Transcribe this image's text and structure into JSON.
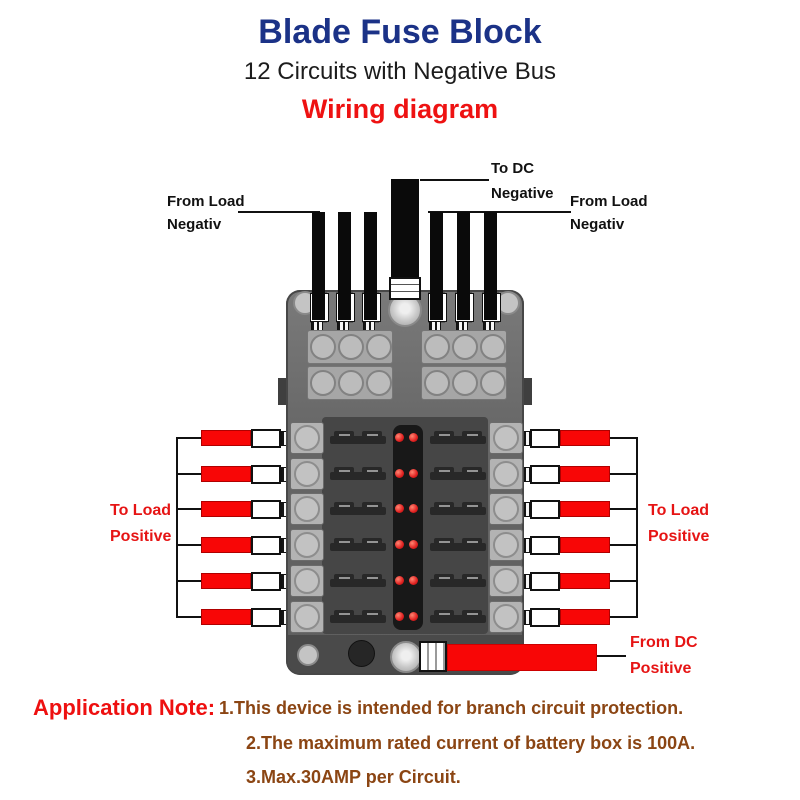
{
  "header": {
    "title": "Blade Fuse Block",
    "subtitle": "12 Circuits with Negative Bus",
    "diagram_heading": "Wiring diagram"
  },
  "wiring_labels": {
    "to_dc_negative": {
      "line1": "To DC",
      "line2": "Negative"
    },
    "from_load_left": {
      "line1": "From Load",
      "line2": "Negativ"
    },
    "from_load_right": {
      "line1": "From Load",
      "line2": "Negativ"
    },
    "to_load_left": {
      "line1": "To Load",
      "line2": "Positive"
    },
    "to_load_right": {
      "line1": "To Load",
      "line2": "Positive"
    },
    "from_dc": {
      "line1": "From DC",
      "line2": "Positive"
    }
  },
  "application_note": {
    "heading": "Application Note:",
    "notes": [
      "1.This device is intended for branch circuit protection.",
      "2.The maximum rated current of battery box is 100A.",
      "3.Max.30AMP per Circuit."
    ]
  },
  "diagram_meta": {
    "circuit_count": 12,
    "fuse_rows": 6,
    "leds_per_row": 2
  },
  "colors": {
    "title_blue": "#1b3287",
    "accent_red": "#ee1212",
    "wire_red": "#f80606",
    "note_brown": "#8b4513",
    "wire_black": "#0a0a0a"
  }
}
